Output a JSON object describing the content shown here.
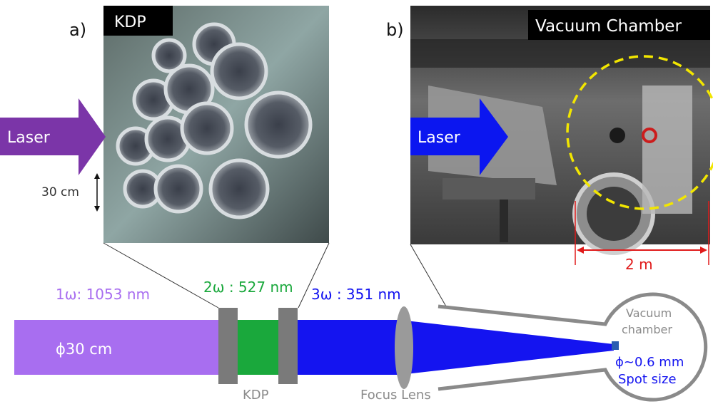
{
  "panel_a": {
    "tag": "a)",
    "title": "KDP",
    "arrow_label": "Laser",
    "scale_label": "30 cm",
    "arrow_color": "#7b35a8"
  },
  "panel_b": {
    "tag": "b)",
    "title": "Vacuum Chamber",
    "arrow_label": "Laser",
    "scale_label": "2 m",
    "arrow_color": "#0b16f0",
    "scale_color": "#e01a1a",
    "circle_color": "#f2e600"
  },
  "beamline": {
    "omega1": "1ω: 1053 nm",
    "omega2": "2ω : 527 nm",
    "omega3": "3ω : 351 nm",
    "diameter": "ϕ30 cm",
    "kdp_label": "KDP",
    "lens_label": "Focus Lens",
    "chamber_line1": "Vacuum",
    "chamber_line2": "chamber",
    "spot_line1": "ϕ~0.6 mm",
    "spot_line2": "Spot size",
    "colors": {
      "omega1": "#a86ef0",
      "omega2": "#1aa83c",
      "omega3": "#1414f0",
      "crystal": "#7a7a7a",
      "chamber": "#8a8a8a"
    }
  }
}
